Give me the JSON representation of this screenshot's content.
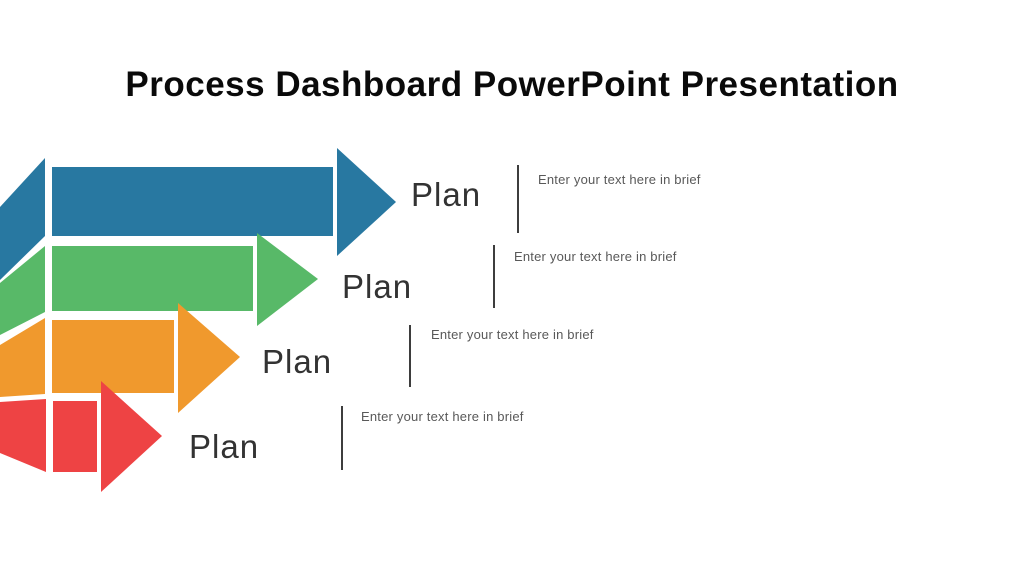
{
  "slide": {
    "title": "Process Dashboard PowerPoint Presentation"
  },
  "steps": [
    {
      "label": "Plan",
      "placeholder": "Enter your text here in brief",
      "color": "#2878A1"
    },
    {
      "label": "Plan",
      "placeholder": "Enter your text here in brief",
      "color": "#58B968"
    },
    {
      "label": "Plan",
      "placeholder": "Enter your text here in brief",
      "color": "#F0992D"
    },
    {
      "label": "Plan",
      "placeholder": "Enter your text here in brief",
      "color": "#EE4344"
    }
  ],
  "colors": {
    "background": "#ffffff",
    "title_text": "#0a0a0a",
    "label_text": "#333333",
    "placeholder_text": "#595959",
    "divider": "#3d3d3d"
  }
}
